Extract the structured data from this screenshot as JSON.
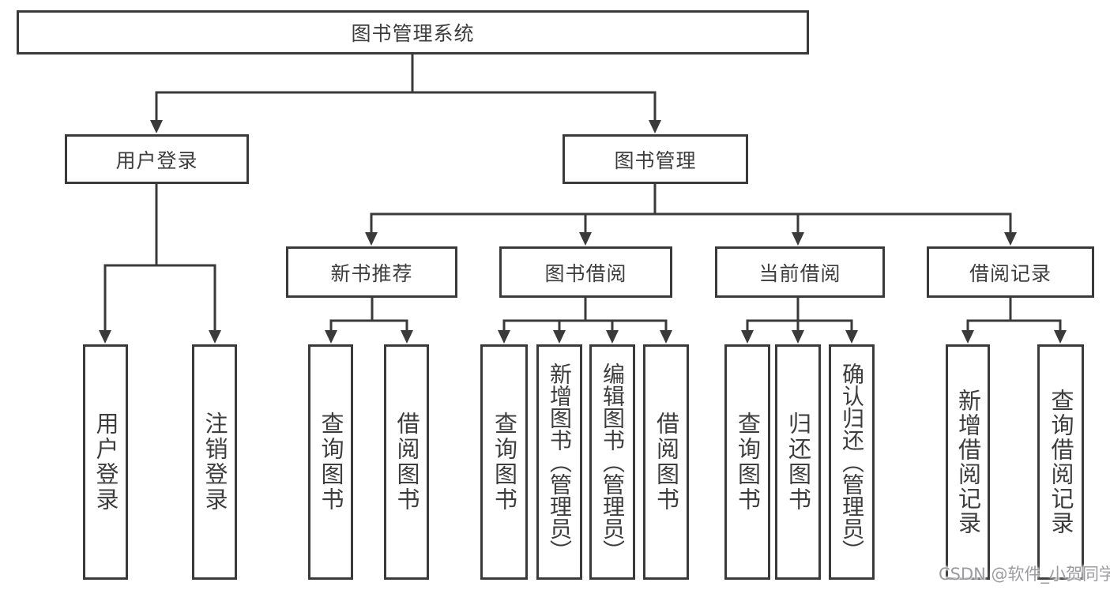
{
  "diagram": {
    "root": {
      "label": "图书管理系统"
    },
    "level2": [
      {
        "label": "用户登录"
      },
      {
        "label": "图书管理"
      }
    ],
    "level3": [
      {
        "label": "新书推荐"
      },
      {
        "label": "图书借阅"
      },
      {
        "label": "当前借阅"
      },
      {
        "label": "借阅记录"
      }
    ],
    "level4": [
      {
        "label": "用户登录"
      },
      {
        "label": "注销登录"
      },
      {
        "label": "查询图书"
      },
      {
        "label": "借阅图书"
      },
      {
        "label": "查询图书"
      },
      {
        "label": "新增图书（管理员）"
      },
      {
        "label": "编辑图书（管理员）"
      },
      {
        "label": "借阅图书"
      },
      {
        "label": "查询图书"
      },
      {
        "label": "归还图书"
      },
      {
        "label": "确认归还（管理员）"
      },
      {
        "label": "新增借阅记录"
      },
      {
        "label": "查询借阅记录"
      }
    ]
  },
  "watermark": {
    "text": "CSDN @软件_小贺同学"
  },
  "colors": {
    "line": "#3a3a3a",
    "text": "#3d3d3d",
    "watermark": "#9c9ca0",
    "background": "#ffffff"
  }
}
